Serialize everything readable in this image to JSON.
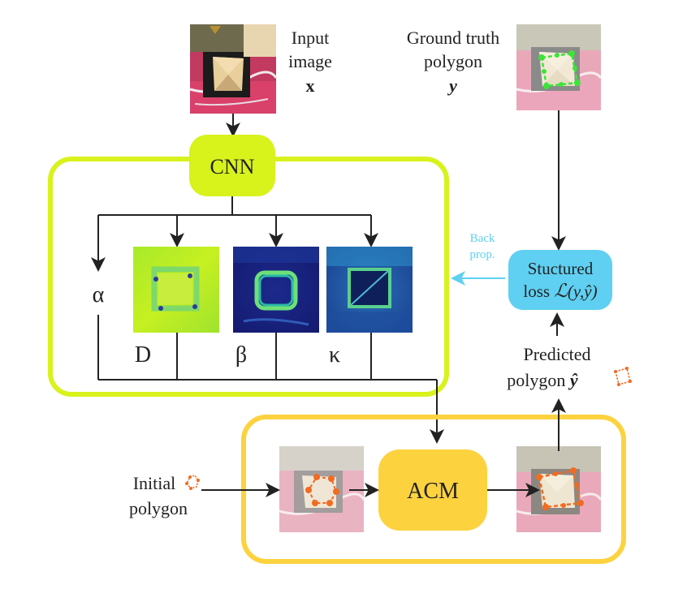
{
  "input": {
    "label_line1": "Input",
    "label_line2": "image",
    "label_line3": "x"
  },
  "ground_truth": {
    "label_line1": "Ground truth",
    "label_line2": "polygon",
    "label_line3": "y"
  },
  "cnn": {
    "label": "CNN"
  },
  "maps": {
    "alpha": "α",
    "d": "D",
    "beta": "β",
    "kappa": "κ"
  },
  "backprop": {
    "line1": "Back",
    "line2": "prop."
  },
  "loss": {
    "line1": "Stuctured",
    "line2_prefix": "loss ",
    "line2_symbol": "ℒ",
    "line2_args": "(y,ŷ)"
  },
  "predicted": {
    "line1": "Predicted",
    "line2_prefix": "polygon ",
    "line2_symbol": "ŷ"
  },
  "initial": {
    "line1": "Initial",
    "line2": "polygon"
  },
  "acm": {
    "label": "ACM"
  },
  "colors": {
    "cnn_fill": "#d8f21c",
    "cnn_frame": "#d8f21c",
    "acm_fill": "#fdd23f",
    "acm_frame": "#fdd23f",
    "loss_fill": "#5fd0f2",
    "backprop": "#5fd0f2",
    "polygon_orange": "#f26b21",
    "polygon_green": "#3ee33a",
    "arrow": "#222222"
  }
}
